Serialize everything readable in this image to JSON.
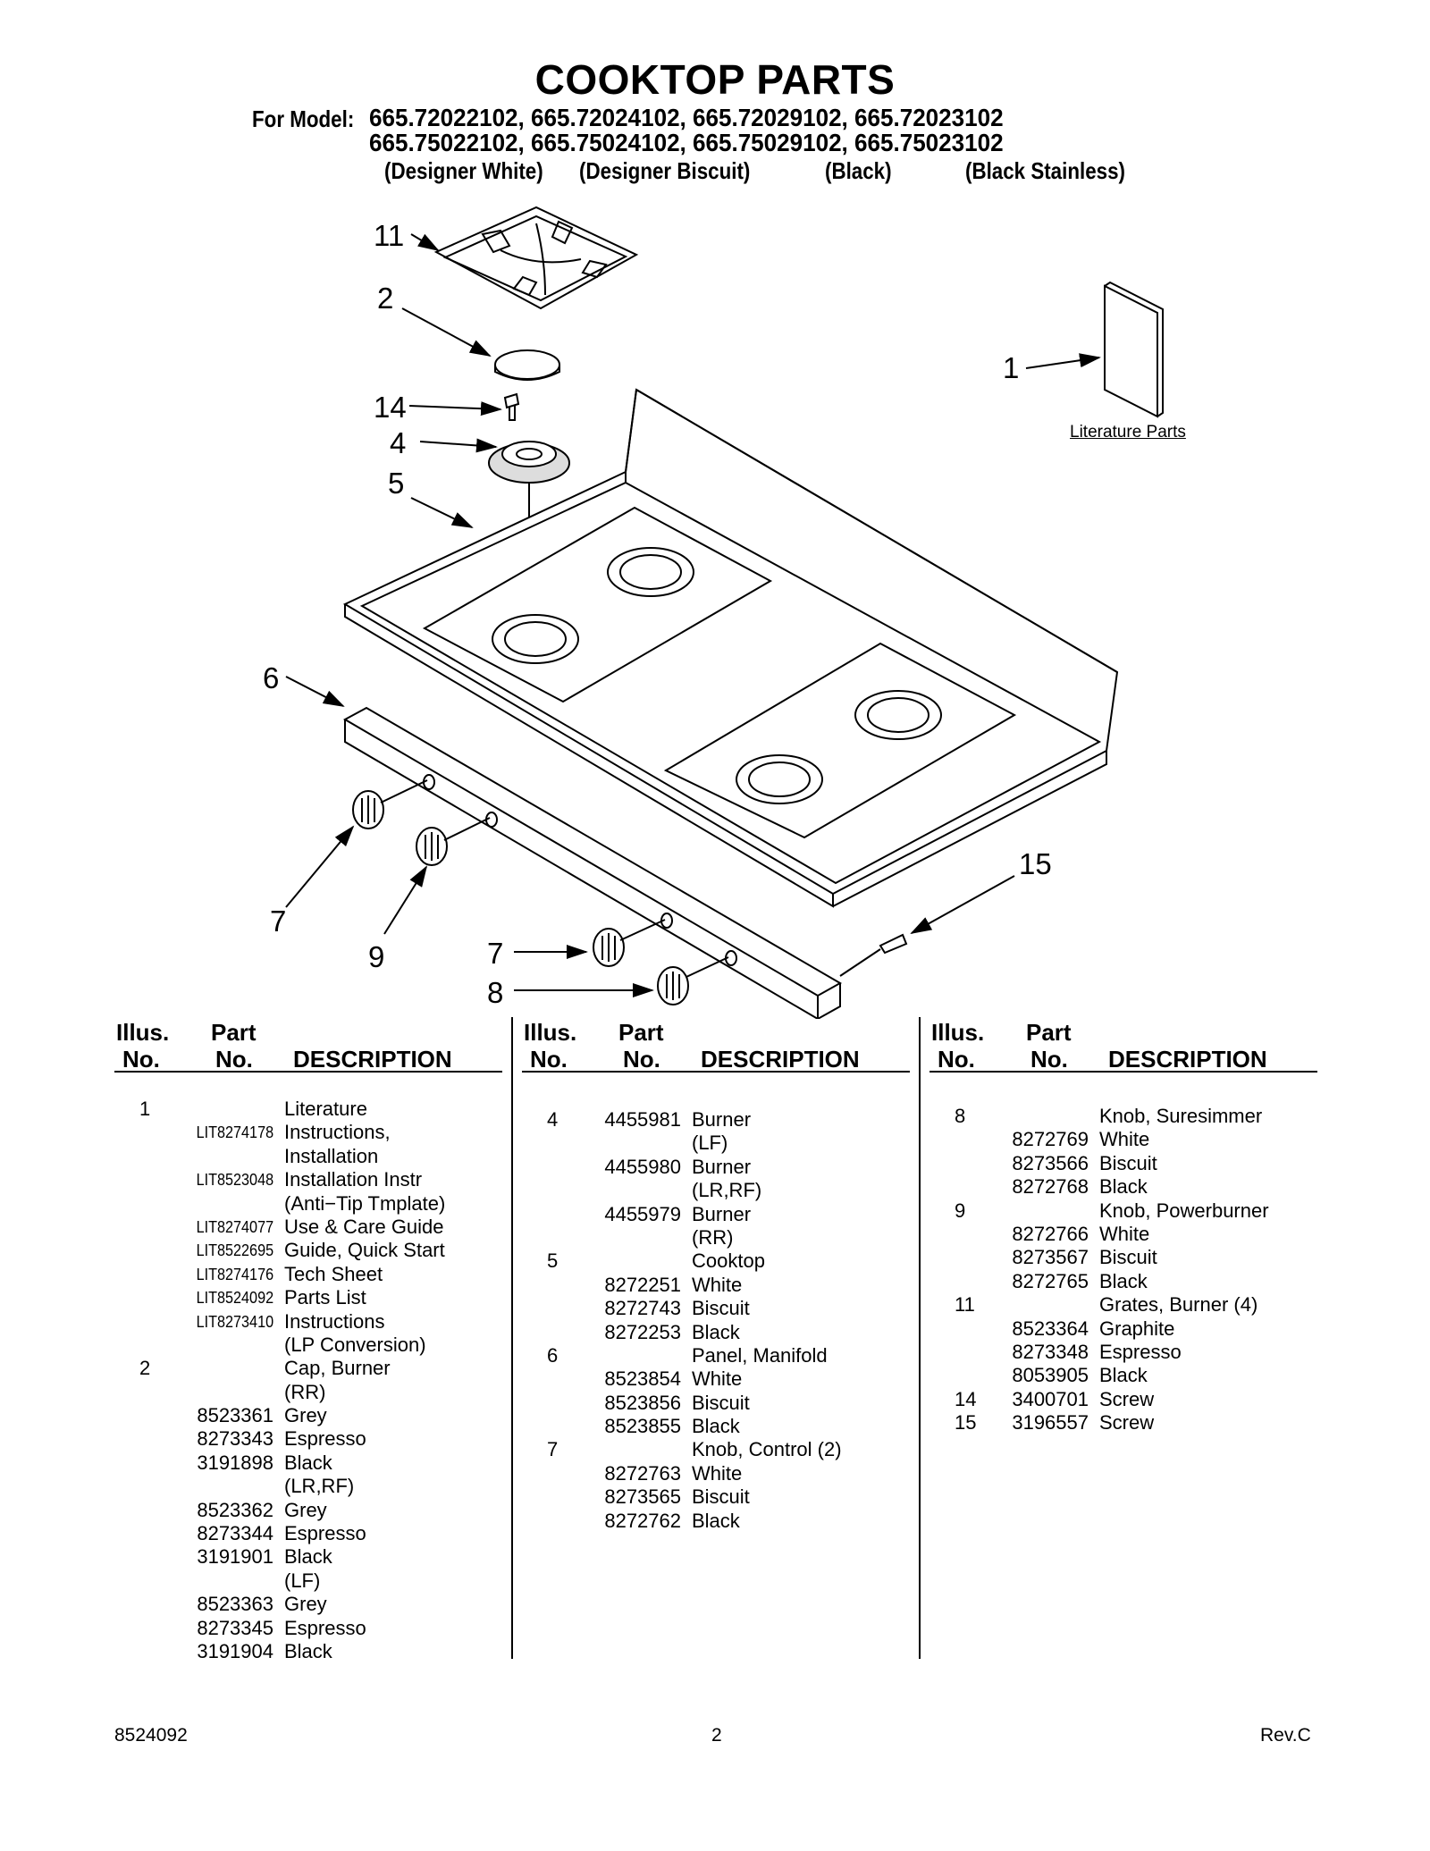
{
  "header": {
    "title": "COOKTOP PARTS",
    "for_model_label": "For Model:",
    "model_line_1": "665.72022102, 665.72024102, 665.72029102, 665.72023102",
    "model_line_2": "665.75022102, 665.75024102, 665.75029102, 665.75023102",
    "finishes": [
      "(Designer White)",
      "(Designer Biscuit)",
      "(Black)",
      "(Black Stainless)"
    ]
  },
  "diagram": {
    "literature_label": "Literature Parts",
    "callouts": [
      "11",
      "2",
      "14",
      "4",
      "5",
      "1",
      "6",
      "7",
      "9",
      "7",
      "8",
      "15"
    ]
  },
  "table_headers": {
    "illus": "Illus.",
    "no": "No.",
    "part": "Part",
    "description": "DESCRIPTION"
  },
  "columns": [
    {
      "rows": [
        {
          "illus": "1",
          "part": "",
          "desc": "Literature"
        },
        {
          "illus": "",
          "part": "LIT8274178",
          "desc": "Instructions,"
        },
        {
          "illus": "",
          "part": "",
          "desc": "Installation"
        },
        {
          "illus": "",
          "part": "LIT8523048",
          "desc": "Installation Instr"
        },
        {
          "illus": "",
          "part": "",
          "desc": "(Anti−Tip Tmplate)"
        },
        {
          "illus": "",
          "part": "LIT8274077",
          "desc": "Use & Care Guide"
        },
        {
          "illus": "",
          "part": "LIT8522695",
          "desc": "Guide, Quick Start"
        },
        {
          "illus": "",
          "part": "LIT8274176",
          "desc": "Tech Sheet"
        },
        {
          "illus": "",
          "part": "LIT8524092",
          "desc": "Parts List"
        },
        {
          "illus": "",
          "part": "LIT8273410",
          "desc": "Instructions"
        },
        {
          "illus": "",
          "part": "",
          "desc": "(LP Conversion)"
        },
        {
          "illus": "2",
          "part": "",
          "desc": "Cap, Burner"
        },
        {
          "illus": "",
          "part": "",
          "desc": "(RR)"
        },
        {
          "illus": "",
          "part": "8523361",
          "desc": "Grey"
        },
        {
          "illus": "",
          "part": "8273343",
          "desc": "Espresso"
        },
        {
          "illus": "",
          "part": "3191898",
          "desc": "Black"
        },
        {
          "illus": "",
          "part": "",
          "desc": "(LR,RF)"
        },
        {
          "illus": "",
          "part": "8523362",
          "desc": "Grey"
        },
        {
          "illus": "",
          "part": "8273344",
          "desc": "Espresso"
        },
        {
          "illus": "",
          "part": "3191901",
          "desc": "Black"
        },
        {
          "illus": "",
          "part": "",
          "desc": "(LF)"
        },
        {
          "illus": "",
          "part": "8523363",
          "desc": "Grey"
        },
        {
          "illus": "",
          "part": "8273345",
          "desc": "Espresso"
        },
        {
          "illus": "",
          "part": "3191904",
          "desc": "Black"
        }
      ]
    },
    {
      "rows": [
        {
          "illus": "4",
          "part": "4455981",
          "desc": "Burner"
        },
        {
          "illus": "",
          "part": "",
          "desc": "(LF)"
        },
        {
          "illus": "",
          "part": "4455980",
          "desc": "Burner"
        },
        {
          "illus": "",
          "part": "",
          "desc": "(LR,RF)"
        },
        {
          "illus": "",
          "part": "4455979",
          "desc": "Burner"
        },
        {
          "illus": "",
          "part": "",
          "desc": "(RR)"
        },
        {
          "illus": "5",
          "part": "",
          "desc": "Cooktop"
        },
        {
          "illus": "",
          "part": "8272251",
          "desc": "White"
        },
        {
          "illus": "",
          "part": "8272743",
          "desc": "Biscuit"
        },
        {
          "illus": "",
          "part": "8272253",
          "desc": "Black"
        },
        {
          "illus": "6",
          "part": "",
          "desc": "Panel, Manifold"
        },
        {
          "illus": "",
          "part": "8523854",
          "desc": "White"
        },
        {
          "illus": "",
          "part": "8523856",
          "desc": "Biscuit"
        },
        {
          "illus": "",
          "part": "8523855",
          "desc": "Black"
        },
        {
          "illus": "7",
          "part": "",
          "desc": "Knob, Control (2)"
        },
        {
          "illus": "",
          "part": "8272763",
          "desc": "White"
        },
        {
          "illus": "",
          "part": "8273565",
          "desc": "Biscuit"
        },
        {
          "illus": "",
          "part": "8272762",
          "desc": "Black"
        }
      ]
    },
    {
      "rows": [
        {
          "illus": "8",
          "part": "",
          "desc": "Knob, Suresimmer"
        },
        {
          "illus": "",
          "part": "8272769",
          "desc": "White"
        },
        {
          "illus": "",
          "part": "8273566",
          "desc": "Biscuit"
        },
        {
          "illus": "",
          "part": "8272768",
          "desc": "Black"
        },
        {
          "illus": "9",
          "part": "",
          "desc": "Knob, Powerburner"
        },
        {
          "illus": "",
          "part": "8272766",
          "desc": "White"
        },
        {
          "illus": "",
          "part": "8273567",
          "desc": "Biscuit"
        },
        {
          "illus": "",
          "part": "8272765",
          "desc": "Black"
        },
        {
          "illus": "11",
          "part": "",
          "desc": "Grates, Burner (4)"
        },
        {
          "illus": "",
          "part": "8523364",
          "desc": "Graphite"
        },
        {
          "illus": "",
          "part": "8273348",
          "desc": "Espresso"
        },
        {
          "illus": "",
          "part": "8053905",
          "desc": "Black"
        },
        {
          "illus": "14",
          "part": "3400701",
          "desc": "Screw"
        },
        {
          "illus": "15",
          "part": "3196557",
          "desc": "Screw"
        }
      ]
    }
  ],
  "footer": {
    "doc_number": "8524092",
    "page_number": "2",
    "revision": "Rev.C"
  }
}
